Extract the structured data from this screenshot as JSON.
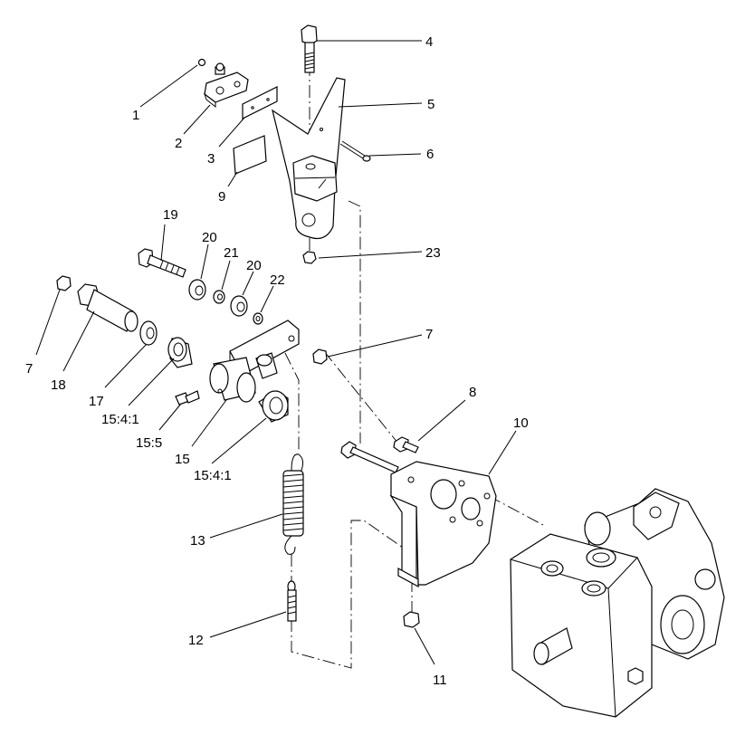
{
  "callouts": [
    {
      "id": "c1",
      "text": "1"
    },
    {
      "id": "c2",
      "text": "2"
    },
    {
      "id": "c3",
      "text": "3"
    },
    {
      "id": "c4",
      "text": "4"
    },
    {
      "id": "c5",
      "text": "5"
    },
    {
      "id": "c6",
      "text": "6"
    },
    {
      "id": "c7a",
      "text": "7"
    },
    {
      "id": "c7b",
      "text": "7"
    },
    {
      "id": "c8",
      "text": "8"
    },
    {
      "id": "c9",
      "text": "9"
    },
    {
      "id": "c10",
      "text": "10"
    },
    {
      "id": "c11",
      "text": "11"
    },
    {
      "id": "c12",
      "text": "12"
    },
    {
      "id": "c13",
      "text": "13"
    },
    {
      "id": "c15",
      "text": "15"
    },
    {
      "id": "c15_4_1a",
      "text": "15:4:1"
    },
    {
      "id": "c15_4_1b",
      "text": "15:4:1"
    },
    {
      "id": "c15_5",
      "text": "15:5"
    },
    {
      "id": "c17",
      "text": "17"
    },
    {
      "id": "c18",
      "text": "18"
    },
    {
      "id": "c19",
      "text": "19"
    },
    {
      "id": "c20a",
      "text": "20"
    },
    {
      "id": "c20b",
      "text": "20"
    },
    {
      "id": "c21",
      "text": "21"
    },
    {
      "id": "c22",
      "text": "22"
    },
    {
      "id": "c23",
      "text": "23"
    }
  ]
}
